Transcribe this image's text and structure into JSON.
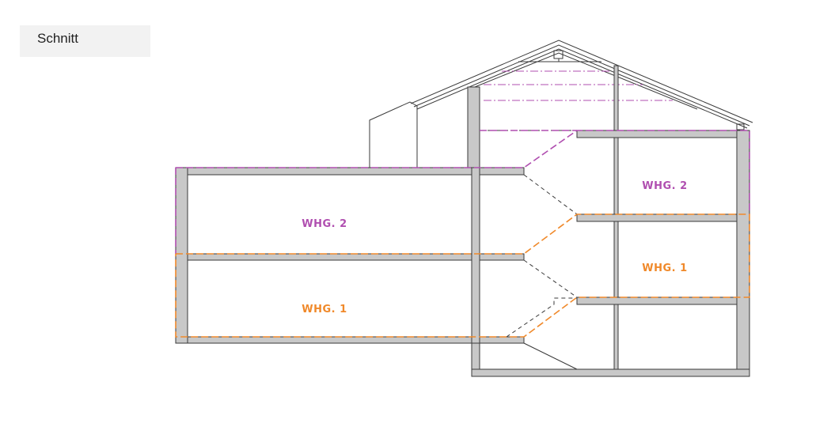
{
  "title": "Schnitt",
  "units": {
    "upper_left": "WHG. 2",
    "lower_left": "WHG. 1",
    "upper_right": "WHG. 2",
    "lower_right": "WHG. 1"
  },
  "colors": {
    "wall_fill": "#c8c8c8",
    "outline": "#3a3a3a",
    "whg1": "#f0892a",
    "whg2": "#b04fb0",
    "title_bg": "#f2f2f2"
  }
}
